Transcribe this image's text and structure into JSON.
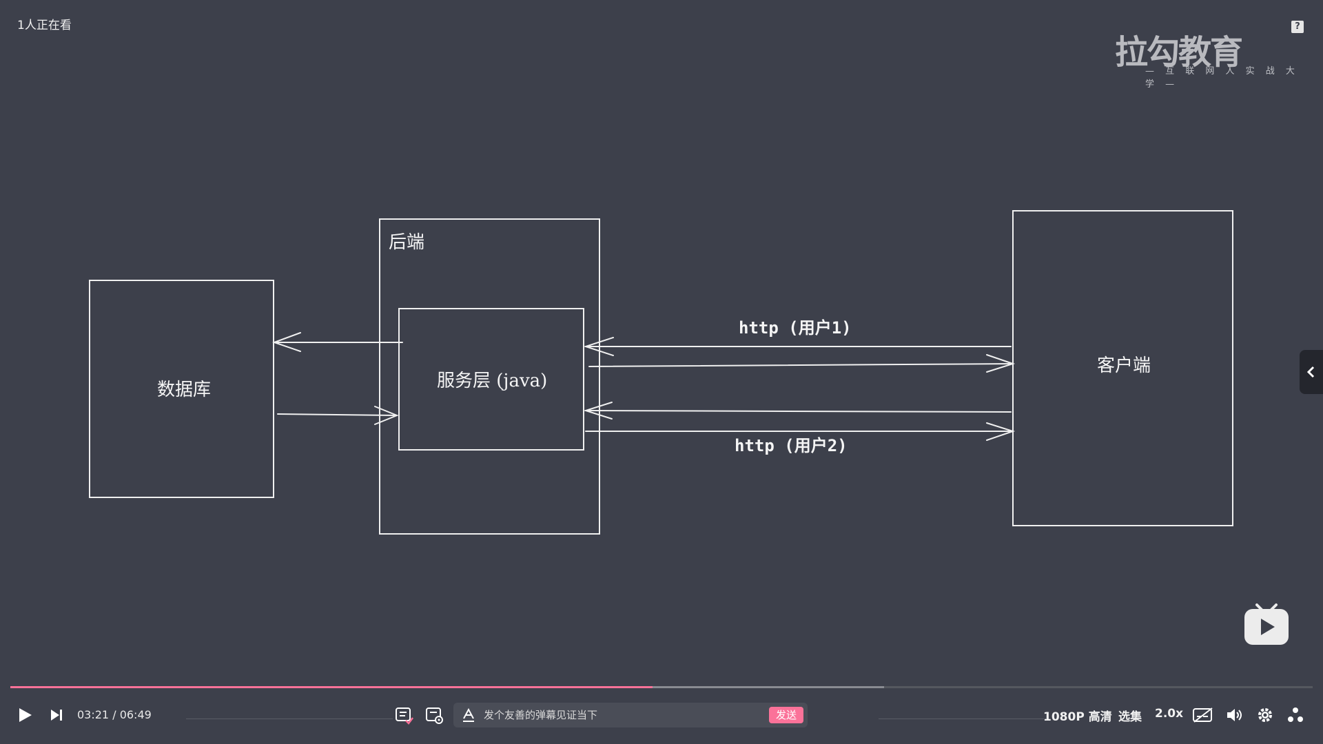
{
  "overlay": {
    "viewers": "1人正在看",
    "logo_text": "拉勾教育",
    "logo_sub": "— 互 联 网 人 实 战 大 学 —",
    "help": "?"
  },
  "diagram": {
    "database": "数据库",
    "backend": "后端",
    "service": "服务层 (java)",
    "client": "客户端",
    "http_user1": "http (用户1)",
    "http_user2": "http (用户2)"
  },
  "controls": {
    "current_time": "03:21",
    "separator": "/",
    "duration": "06:49",
    "progress_fraction": 0.493,
    "buffered_fraction": 0.671,
    "danmaku_placeholder": "发个友善的弹幕见证当下",
    "send_label": "发送",
    "quality": "1080P 高清",
    "episodes": "选集",
    "speed": "2.0x",
    "icons": [
      "play-icon",
      "next-icon",
      "danmaku-toggle-icon",
      "danmaku-settings-icon",
      "text-style-icon",
      "subtitle-icon",
      "volume-icon",
      "gear-icon",
      "fullscreen-icon"
    ],
    "accent_color": "#fb7299"
  }
}
